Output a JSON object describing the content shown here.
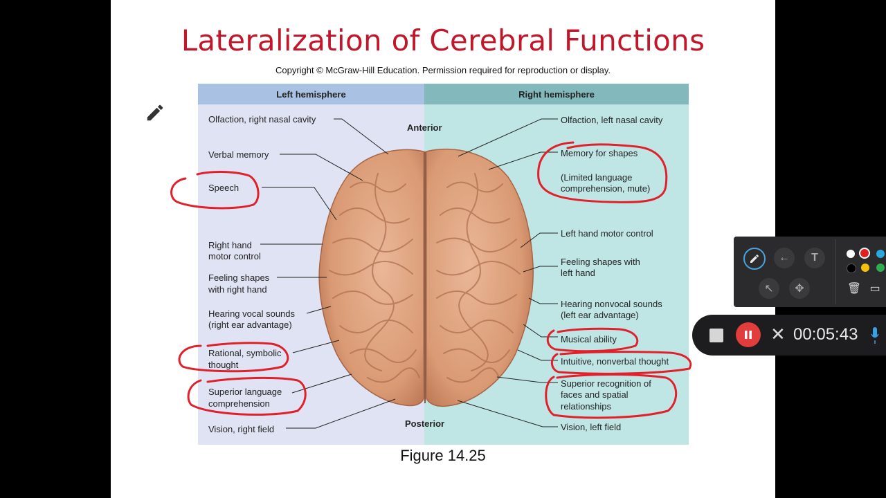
{
  "slide": {
    "title": "Lateralization of Cerebral Functions",
    "copyright": "Copyright © McGraw-Hill Education. Permission required for reproduction or display.",
    "caption": "Figure 14.25"
  },
  "figure": {
    "left_header": "Left hemisphere",
    "right_header": "Right hemisphere",
    "anterior": "Anterior",
    "posterior": "Posterior",
    "left_labels": [
      "Olfaction, right nasal cavity",
      "Verbal memory",
      "Speech",
      "Right hand",
      "motor control",
      "Feeling shapes",
      "with right hand",
      "Hearing vocal sounds",
      "(right ear advantage)",
      "Rational, symbolic",
      "thought",
      "Superior language",
      "comprehension",
      "Vision, right field"
    ],
    "right_labels": [
      "Olfaction, left nasal cavity",
      "Memory for shapes",
      "(Limited language",
      "comprehension, mute)",
      "Left hand motor control",
      "Feeling shapes with",
      "left hand",
      "Hearing nonvocal sounds",
      "(left ear advantage)",
      "Musical ability",
      "Intuitive, nonverbal thought",
      "Superior recognition of",
      "faces and spatial",
      "relationships",
      "Vision, left field"
    ]
  },
  "annotation": {
    "pen_color": "#e0202a"
  },
  "draw_toolbar": {
    "tools": [
      "pencil-icon",
      "arrow-left-icon",
      "text-icon",
      "pointer-icon",
      "move-icon",
      "trash-icon",
      "screen-icon"
    ],
    "colors": [
      "#ffffff",
      "#e02020",
      "#29a8e0",
      "#000000",
      "#f4c20d",
      "#2eae4f"
    ]
  },
  "recorder": {
    "timer": "00:05:43"
  }
}
